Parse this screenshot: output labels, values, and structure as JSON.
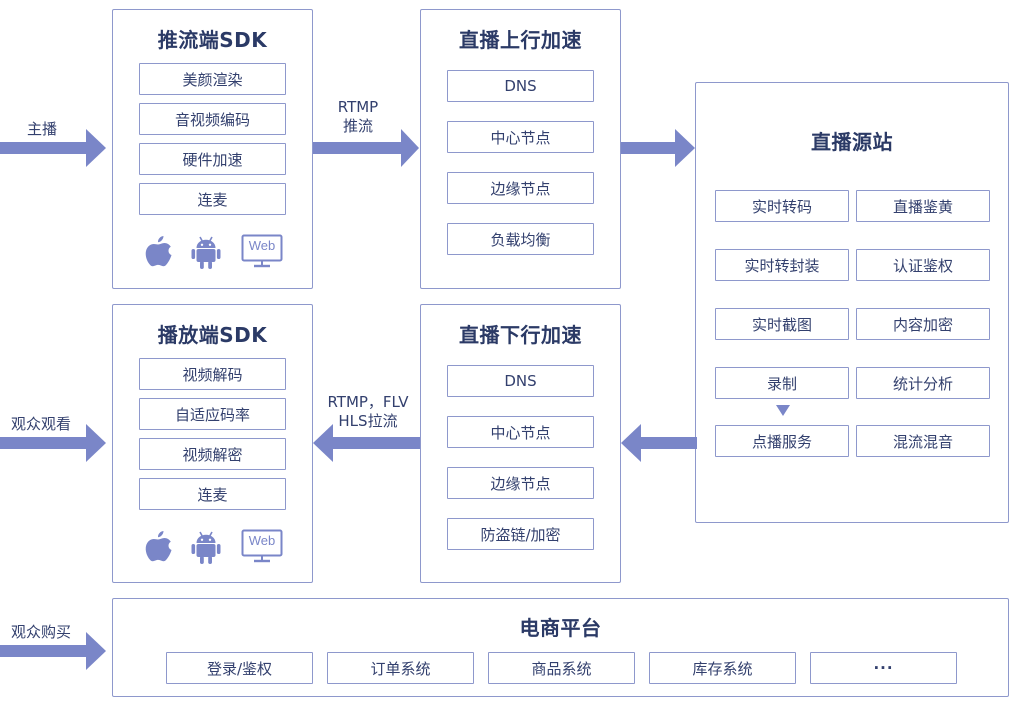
{
  "left_labels": {
    "anchor": "主播",
    "viewers_watch": "观众观看",
    "viewers_buy": "观众购买"
  },
  "links": {
    "push_line1": "RTMP",
    "push_line2": "推流",
    "pull_line1": "RTMP，FLV",
    "pull_line2": "HLS拉流"
  },
  "push_sdk": {
    "title": "推流端SDK",
    "items": [
      "美颜渲染",
      "音视频编码",
      "硬件加速",
      "连麦"
    ],
    "web_label": "Web"
  },
  "up_accel": {
    "title": "直播上行加速",
    "items": [
      "DNS",
      "中心节点",
      "边缘节点",
      "负载均衡"
    ]
  },
  "origin": {
    "title": "直播源站",
    "left_items": [
      "实时转码",
      "实时转封装",
      "实时截图",
      "录制",
      "点播服务"
    ],
    "right_items": [
      "直播鉴黄",
      "认证鉴权",
      "内容加密",
      "统计分析",
      "混流混音"
    ]
  },
  "play_sdk": {
    "title": "播放端SDK",
    "items": [
      "视频解码",
      "自适应码率",
      "视频解密",
      "连麦"
    ],
    "web_label": "Web"
  },
  "down_accel": {
    "title": "直播下行加速",
    "items": [
      "DNS",
      "中心节点",
      "边缘节点",
      "防盗链/加密"
    ]
  },
  "ecommerce": {
    "title": "电商平台",
    "items": [
      "登录/鉴权",
      "订单系统",
      "商品系统",
      "库存系统",
      "···"
    ]
  },
  "icons": {
    "apple": "apple-icon",
    "android": "android-icon",
    "web": "web-monitor-icon",
    "arrow": "arrow-right-icon"
  },
  "colors": {
    "arrow": "#7a86c8",
    "border": "#8e98cc",
    "text": "#2b3a66"
  }
}
